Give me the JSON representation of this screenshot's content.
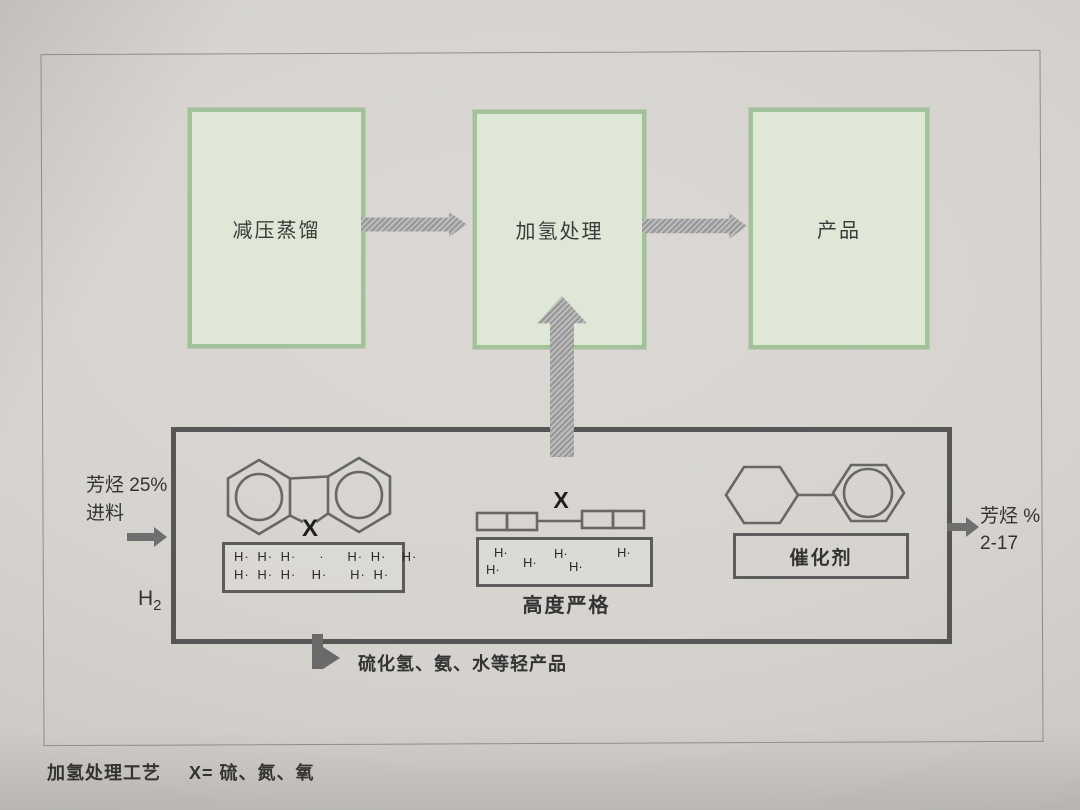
{
  "colors": {
    "paper": "#d6d3cf",
    "flow_box_fill": "#dfe8d6",
    "flow_box_border": "#a2c399",
    "arrow_gray": "#9a9a9a",
    "line_dark": "#565656",
    "text": "#333333"
  },
  "flow_boxes": [
    {
      "label": "减压蒸馏"
    },
    {
      "label": "加氢处理"
    },
    {
      "label": "产品"
    }
  ],
  "reactor": {
    "feed_line1": "芳烃 25%",
    "feed_line2": "进料",
    "hydrogen_base": "H",
    "hydrogen_sub": "2",
    "dbt_x": "X",
    "chain_x": "X",
    "h_radical": "H·",
    "h_left_row1": "H· H· H·   ·   H· H·  H·",
    "h_left_row2": "H· H· H·  H·   H· H·",
    "severity": "高度严格",
    "catalyst": "催化剂",
    "out_line1": "芳烃 %",
    "out_line2": "2-17",
    "light_products": "硫化氢、氨、水等轻产品"
  },
  "caption": {
    "process": "加氢处理工艺",
    "x_definition": "X= 硫、氮、氧"
  }
}
